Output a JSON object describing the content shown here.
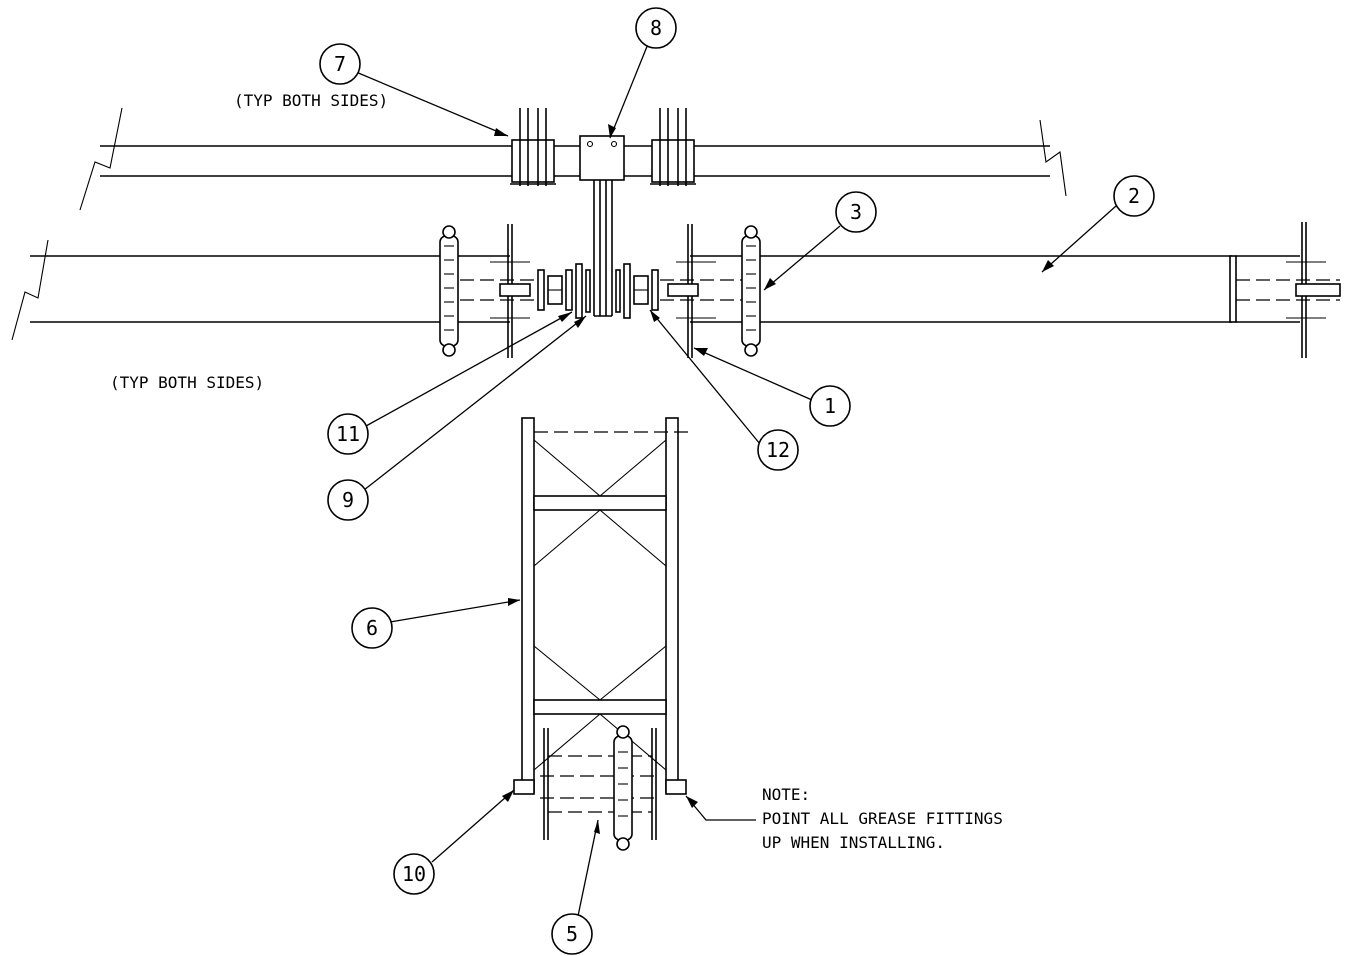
{
  "balloons": [
    {
      "id": "1",
      "label": "1"
    },
    {
      "id": "2",
      "label": "2"
    },
    {
      "id": "3",
      "label": "3"
    },
    {
      "id": "5",
      "label": "5"
    },
    {
      "id": "6",
      "label": "6"
    },
    {
      "id": "7",
      "label": "7"
    },
    {
      "id": "8",
      "label": "8"
    },
    {
      "id": "9",
      "label": "9"
    },
    {
      "id": "10",
      "label": "10"
    },
    {
      "id": "11",
      "label": "11"
    },
    {
      "id": "12",
      "label": "12"
    }
  ],
  "notes": {
    "typ_top": "(TYP BOTH SIDES)",
    "typ_left": "(TYP BOTH SIDES)",
    "note_title": "NOTE:",
    "note_line1": "POINT ALL GREASE FITTINGS",
    "note_line2": "UP WHEN INSTALLING."
  }
}
